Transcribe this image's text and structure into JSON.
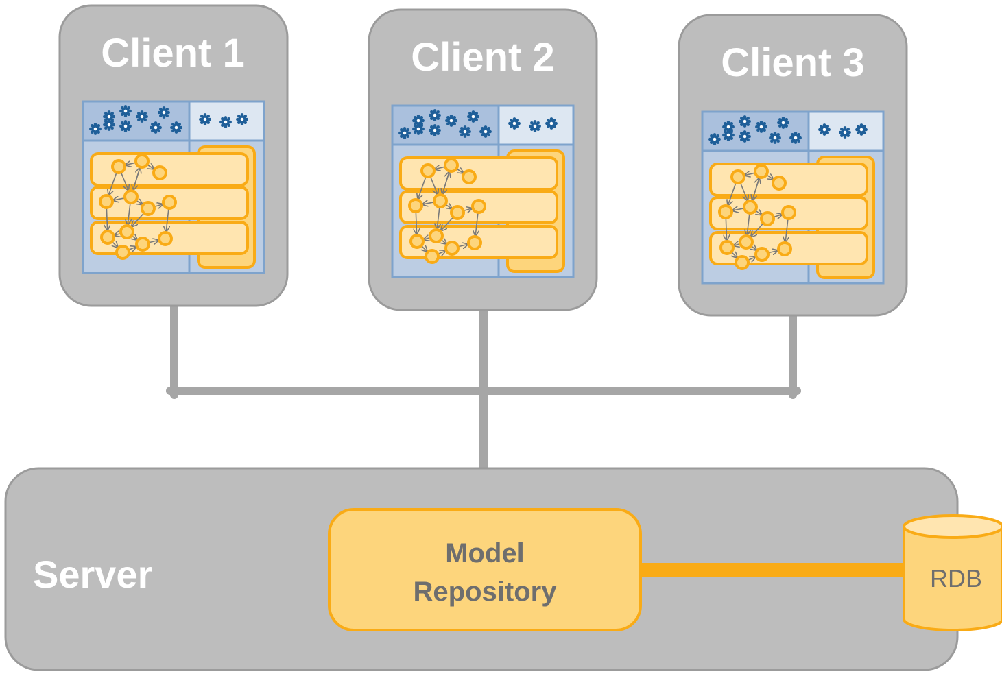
{
  "clients": [
    {
      "title": "Client 1"
    },
    {
      "title": "Client 2"
    },
    {
      "title": "Client 3"
    }
  ],
  "server": {
    "title": "Server",
    "repository": {
      "line1": "Model",
      "line2": "Repository"
    },
    "database": {
      "label": "RDB"
    }
  },
  "colors": {
    "box_fill": "#bdbdbd",
    "box_border": "#9b9b9b",
    "connector": "#a6a6a6",
    "label_white": "#ffffff",
    "label_dark": "#6e6e6e",
    "panel_fill": "#bccde3",
    "panel_border": "#7ea3cc",
    "panel_top": "#aac0dd",
    "panel_top_right": "#dde7f2",
    "gear": "#1f5f99",
    "orange": "#f9ab16",
    "orange_fill": "#fdd57c",
    "orange_light": "#ffe5b0"
  },
  "icons": {
    "gear": "gear-icon",
    "node": "node-icon",
    "database": "database-icon"
  }
}
